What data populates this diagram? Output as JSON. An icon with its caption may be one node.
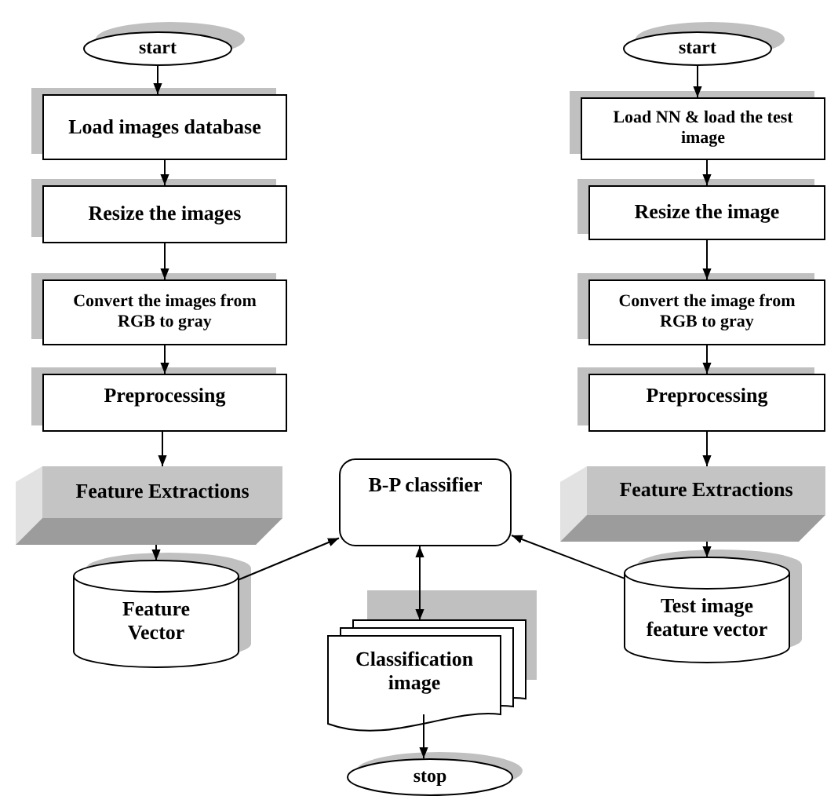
{
  "diagram": {
    "nodes": [
      {
        "text": [
          "start"
        ]
      },
      {
        "text": [
          "Load images database"
        ]
      },
      {
        "text": [
          "Resize the images"
        ]
      },
      {
        "text": [
          "Convert the images from RGB to gray"
        ]
      },
      {
        "text": [
          "Preprocessing"
        ]
      },
      {
        "text": [
          "Feature Extractions"
        ]
      },
      {
        "text": [
          "Feature Vector"
        ]
      },
      {
        "text": [
          "start"
        ]
      },
      {
        "text": [
          "Load NN & load the test image"
        ]
      },
      {
        "text": [
          "Resize the image"
        ]
      },
      {
        "text": [
          "Convert the image from RGB to gray"
        ]
      },
      {
        "text": [
          "Preprocessing"
        ]
      },
      {
        "text": [
          "Feature Extractions"
        ]
      },
      {
        "text": [
          "Test image feature vector"
        ]
      },
      {
        "text": [
          "B-P classifier"
        ]
      },
      {
        "text": [
          "Classification image"
        ]
      },
      {
        "text": [
          "stop"
        ]
      }
    ],
    "edges": [
      {
        "from": 0,
        "to": 1,
        "arrow": "to"
      },
      {
        "from": 1,
        "to": 2,
        "arrow": "to"
      },
      {
        "from": 2,
        "to": 3,
        "arrow": "to"
      },
      {
        "from": 3,
        "to": 4,
        "arrow": "to"
      },
      {
        "from": 4,
        "to": 5,
        "arrow": "to"
      },
      {
        "from": 5,
        "to": 6,
        "arrow": "to"
      },
      {
        "from": 6,
        "to": 14,
        "arrow": "to"
      },
      {
        "from": 7,
        "to": 8,
        "arrow": "to"
      },
      {
        "from": 8,
        "to": 9,
        "arrow": "to"
      },
      {
        "from": 9,
        "to": 10,
        "arrow": "to"
      },
      {
        "from": 10,
        "to": 11,
        "arrow": "to"
      },
      {
        "from": 11,
        "to": 12,
        "arrow": "to"
      },
      {
        "from": 12,
        "to": 13,
        "arrow": "to"
      },
      {
        "from": 13,
        "to": 14,
        "arrow": "to"
      },
      {
        "from": 14,
        "to": 15,
        "arrow": "both"
      },
      {
        "from": 15,
        "to": 16,
        "arrow": "to"
      }
    ]
  }
}
